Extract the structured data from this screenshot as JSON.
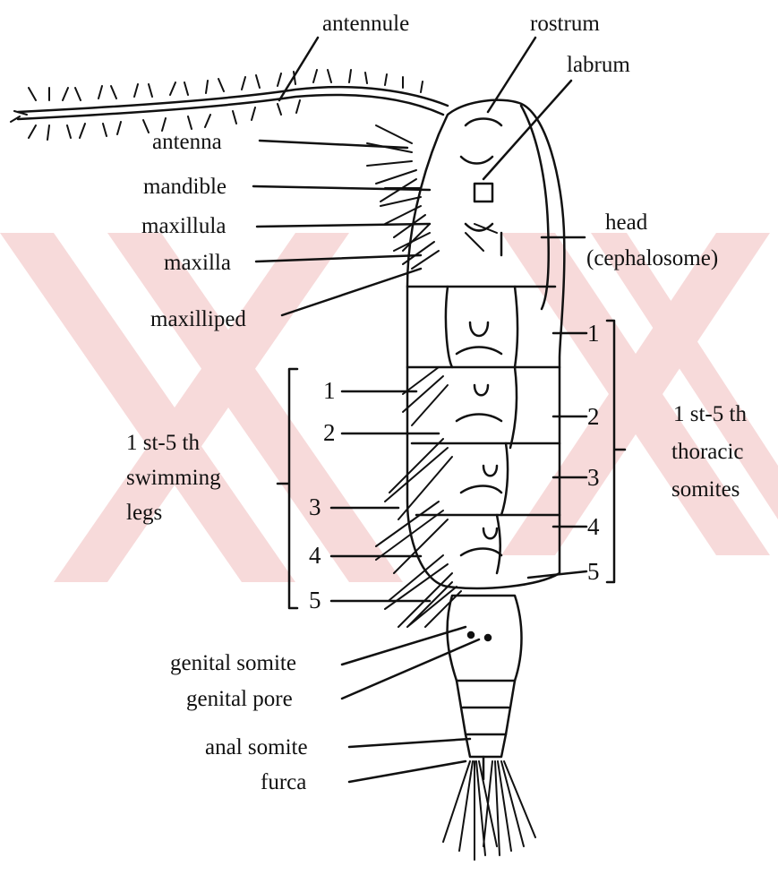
{
  "diagram": {
    "labels": {
      "antennule": "antennule",
      "rostrum": "rostrum",
      "labrum": "labrum",
      "antenna": "antenna",
      "mandible": "mandible",
      "maxillula": "maxillula",
      "maxilla": "maxilla",
      "maxilliped": "maxilliped",
      "head_line1": "head",
      "head_line2": "(cephalosome)",
      "swim_line1": "1 st-5 th",
      "swim_line2": "swimming",
      "swim_line3": "legs",
      "thor_line1": "1 st-5 th",
      "thor_line2": "thoracic",
      "thor_line3": "somites",
      "genital_somite": "genital somite",
      "genital_pore": "genital pore",
      "anal_somite": "anal somite",
      "furca": "furca"
    },
    "leg_numbers": [
      "1",
      "2",
      "3",
      "4",
      "5"
    ],
    "somite_numbers": [
      "1",
      "2",
      "3",
      "4",
      "5"
    ],
    "colors": {
      "watermark": "#f6d6d6",
      "ink": "#111111"
    }
  }
}
